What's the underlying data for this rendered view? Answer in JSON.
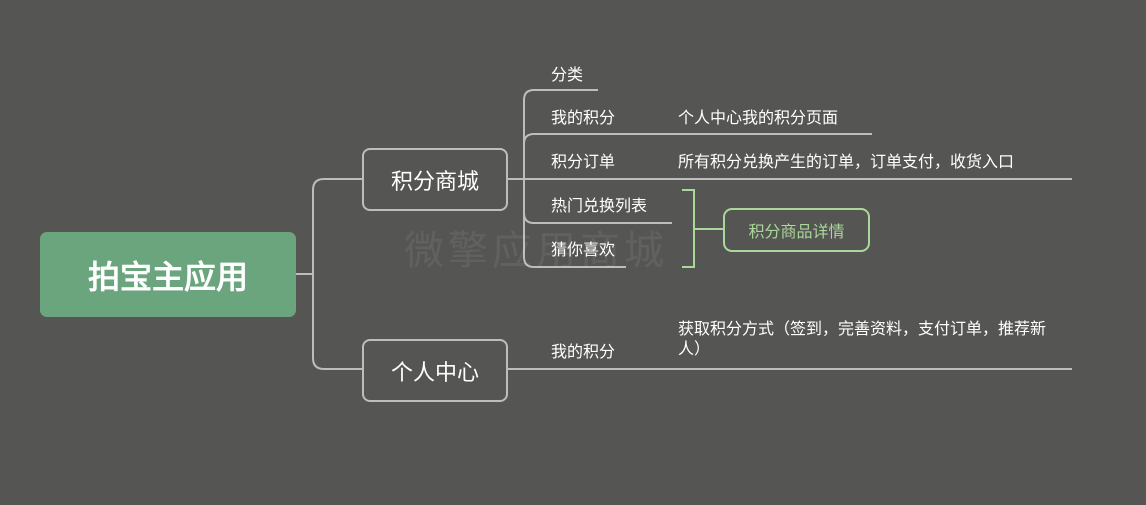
{
  "root": {
    "label": "拍宝主应用"
  },
  "branches": [
    {
      "label": "积分商城",
      "children": [
        {
          "label": "分类",
          "detail": ""
        },
        {
          "label": "我的积分",
          "detail": "个人中心我的积分页面"
        },
        {
          "label": "积分订单",
          "detail": "所有积分兑换产生的订单，订单支付，收货入口"
        },
        {
          "label": "热门兑换列表",
          "detail": ""
        },
        {
          "label": "猜你喜欢",
          "detail": ""
        }
      ],
      "summary": {
        "label": "积分商品详情"
      }
    },
    {
      "label": "个人中心",
      "children": [
        {
          "label": "我的积分",
          "detail": "获取积分方式（签到，完善资料，支付订单，推荐新人）"
        }
      ]
    }
  ],
  "watermark": "微擎应用商城",
  "colors": {
    "background": "#555653",
    "root_fill": "#6aa57d",
    "connector": "#bdbdbd",
    "summary_green": "#a9d89a"
  }
}
